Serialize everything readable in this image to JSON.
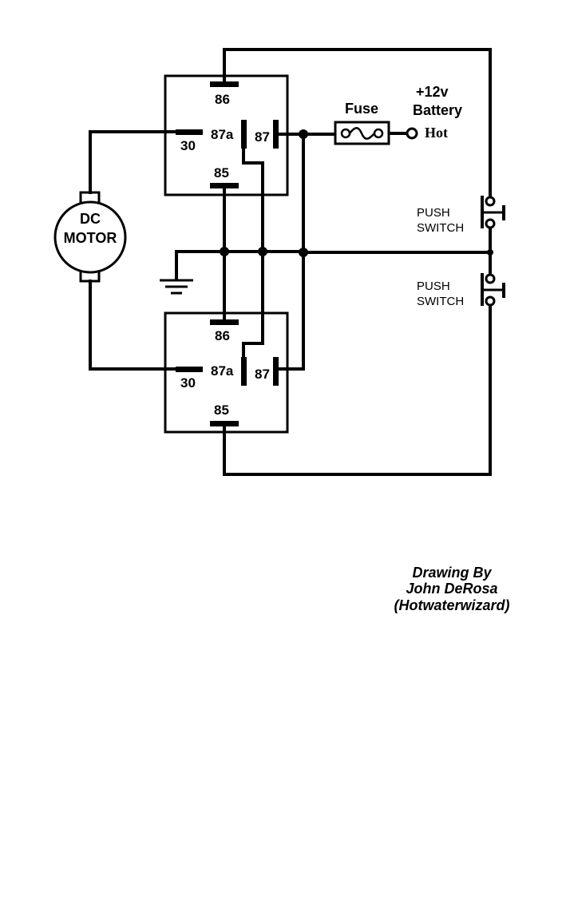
{
  "motor": {
    "line1": "DC",
    "line2": "MOTOR"
  },
  "relay_top": {
    "pin86": "86",
    "pin87a": "87a",
    "pin87": "87",
    "pin30": "30",
    "pin85": "85"
  },
  "relay_bottom": {
    "pin86": "86",
    "pin87a": "87a",
    "pin87": "87",
    "pin30": "30",
    "pin85": "85"
  },
  "fuse": {
    "label": "Fuse"
  },
  "battery": {
    "voltage": "+12v",
    "label": "Battery",
    "terminal": "Hot"
  },
  "switch_top": {
    "line1": "PUSH",
    "line2": "SWITCH"
  },
  "switch_bottom": {
    "line1": "PUSH",
    "line2": "SWITCH"
  },
  "credit": {
    "line1": "Drawing By",
    "line2": "John DeRosa",
    "line3": "(Hotwaterwizard)"
  }
}
